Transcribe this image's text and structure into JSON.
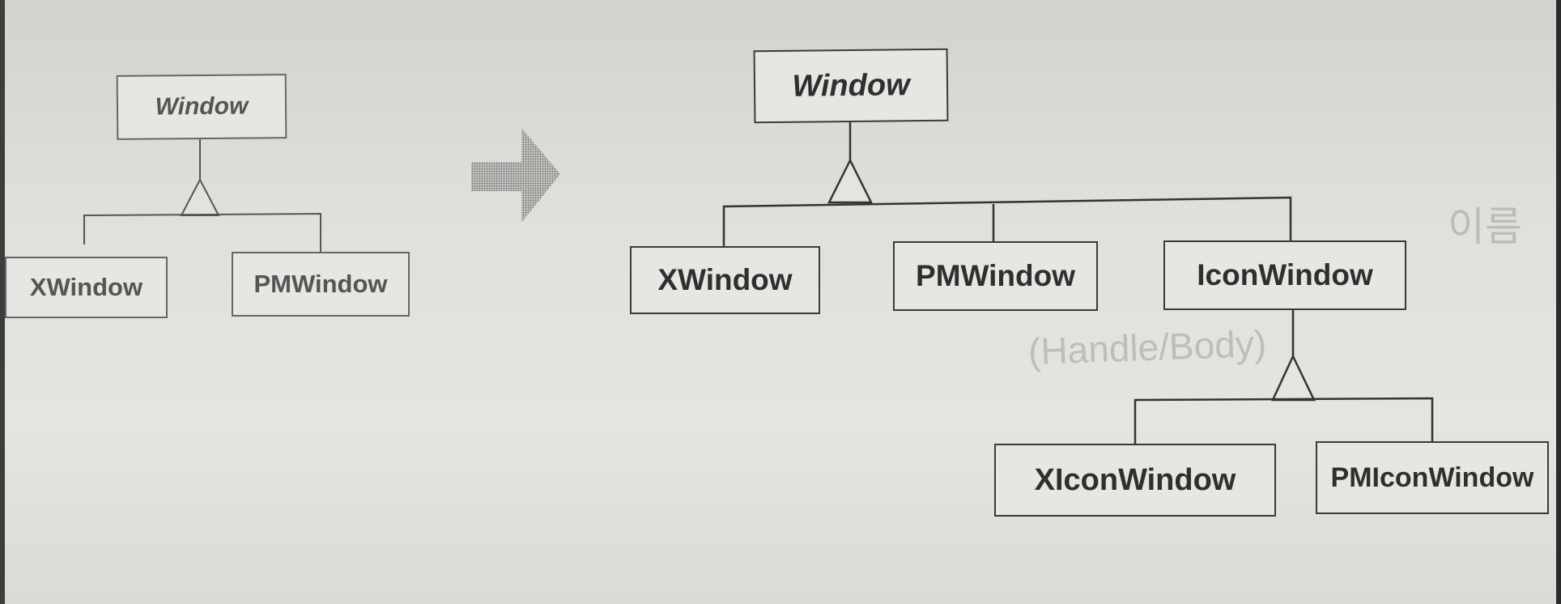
{
  "left_diagram": {
    "parent": "Window",
    "children": [
      "XWindow",
      "PMWindow"
    ]
  },
  "right_diagram": {
    "parent": "Window",
    "children": [
      "XWindow",
      "PMWindow",
      "IconWindow"
    ],
    "icon_children": [
      "XIconWindow",
      "PMIconWindow"
    ]
  },
  "arrow_icon": "right-arrow-icon",
  "ghost_text": [
    "(Handle/Body)",
    "이름"
  ],
  "colors": {
    "background": "#e0e0dc",
    "line": "#3a3a3a",
    "box_fill": "#e6e6e2"
  }
}
